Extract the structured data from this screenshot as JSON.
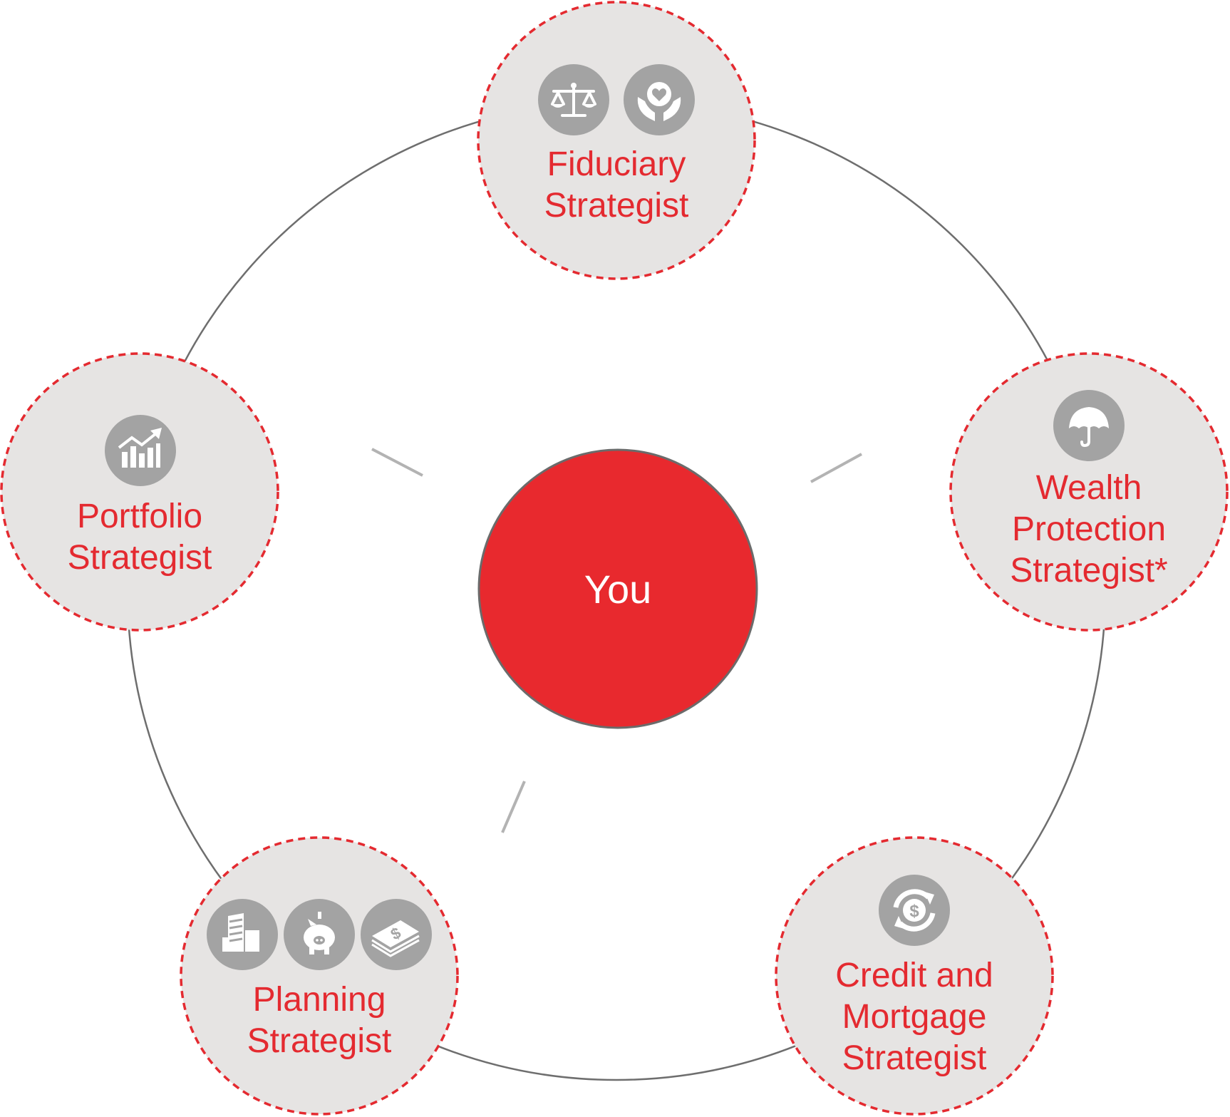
{
  "center": {
    "label": "You",
    "fill": "#E8292E",
    "stroke": "#6B6B6B"
  },
  "colors": {
    "node_fill": "#E6E4E3",
    "node_border": "#E42A30",
    "label": "#E42A30",
    "icon_bg": "#A3A3A3",
    "icon_fg": "#FFFFFF",
    "ring": "#6E6E6E",
    "tick": "#B3B3B3"
  },
  "nodes": [
    {
      "id": "fiduciary",
      "lines": [
        "Fiduciary",
        "Strategist"
      ],
      "icons": [
        "scales-icon",
        "hands-heart-icon"
      ]
    },
    {
      "id": "wealth-protection",
      "lines": [
        "Wealth",
        "Protection",
        "Strategist*"
      ],
      "icons": [
        "umbrella-icon"
      ]
    },
    {
      "id": "credit-mortgage",
      "lines": [
        "Credit and",
        "Mortgage",
        "Strategist"
      ],
      "icons": [
        "dollar-refresh-icon"
      ]
    },
    {
      "id": "planning",
      "lines": [
        "Planning",
        "Strategist"
      ],
      "icons": [
        "buildings-icon",
        "piggy-bank-icon",
        "cash-stack-icon"
      ]
    },
    {
      "id": "portfolio",
      "lines": [
        "Portfolio",
        "Strategist"
      ],
      "icons": [
        "bar-chart-growth-icon"
      ]
    }
  ]
}
